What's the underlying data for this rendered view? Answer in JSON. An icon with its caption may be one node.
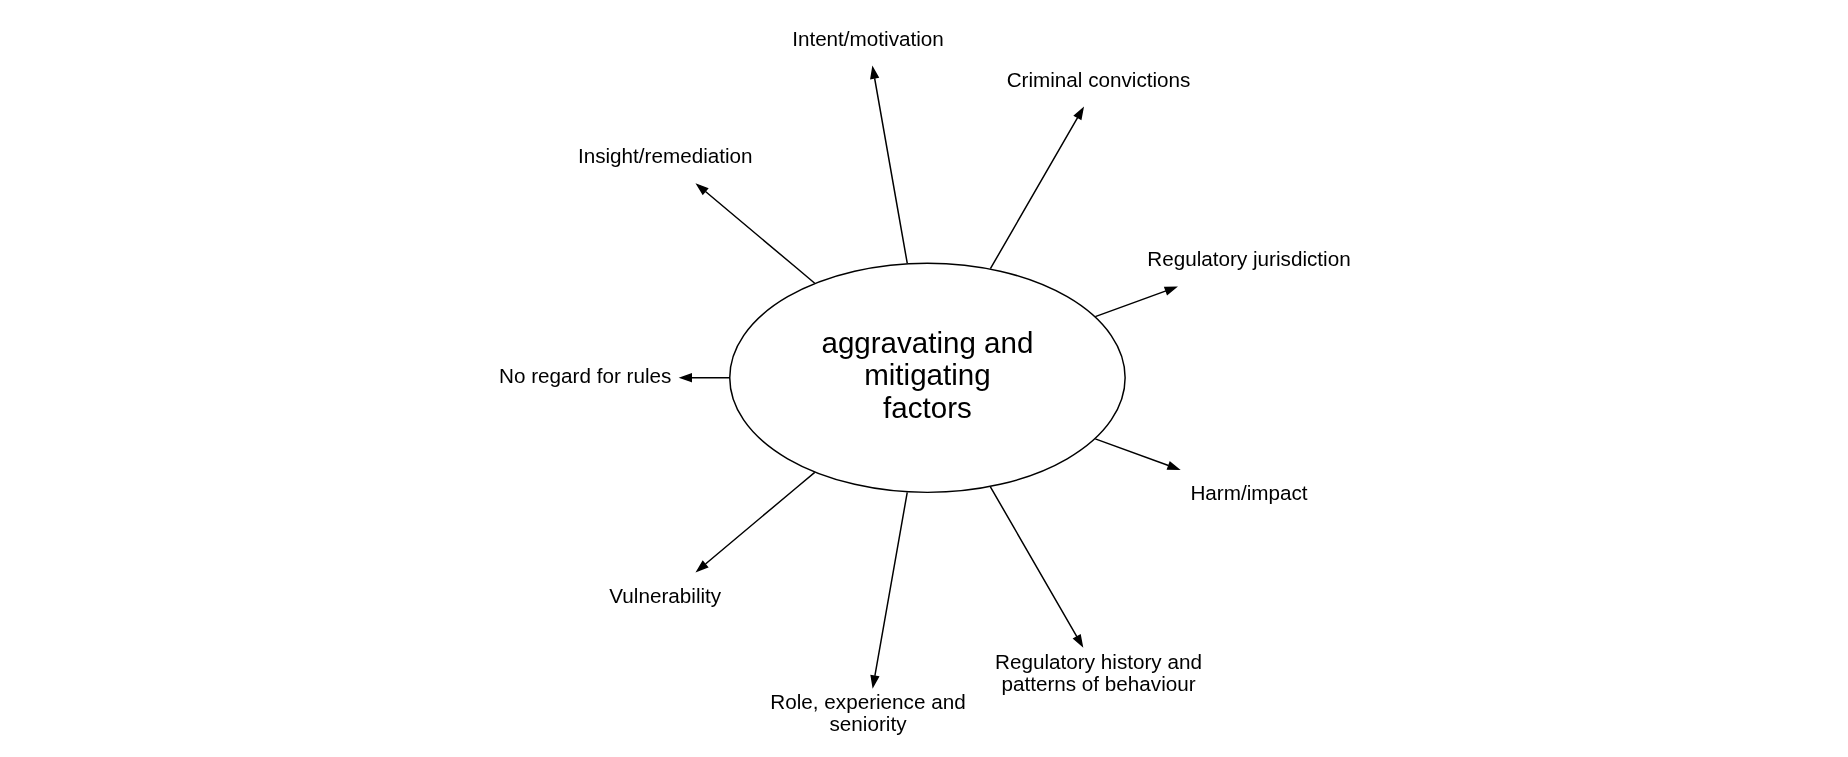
{
  "diagram": {
    "nodes": [
      {
        "text": [
          "aggravating and mitigating factors"
        ]
      },
      {
        "text": [
          "Regulatory jurisdiction"
        ]
      },
      {
        "text": [
          "Criminal convictions"
        ]
      },
      {
        "text": [
          "Intent/motivation"
        ]
      },
      {
        "text": [
          "Insight/remediation"
        ]
      },
      {
        "text": [
          "No regard for rules"
        ]
      },
      {
        "text": [
          "Vulnerability"
        ]
      },
      {
        "text": [
          "Role, experience and seniority"
        ]
      },
      {
        "text": [
          "Regulatory history and patterns of behaviour"
        ]
      },
      {
        "text": [
          "Harm/impact"
        ]
      }
    ],
    "edges": [
      {
        "from": 0,
        "to": 1,
        "arrow": "to"
      },
      {
        "from": 0,
        "to": 2,
        "arrow": "to"
      },
      {
        "from": 0,
        "to": 3,
        "arrow": "to"
      },
      {
        "from": 0,
        "to": 4,
        "arrow": "to"
      },
      {
        "from": 0,
        "to": 5,
        "arrow": "to"
      },
      {
        "from": 0,
        "to": 6,
        "arrow": "to"
      },
      {
        "from": 0,
        "to": 7,
        "arrow": "to"
      },
      {
        "from": 0,
        "to": 8,
        "arrow": "to"
      },
      {
        "from": 0,
        "to": 9,
        "arrow": "to"
      }
    ]
  }
}
